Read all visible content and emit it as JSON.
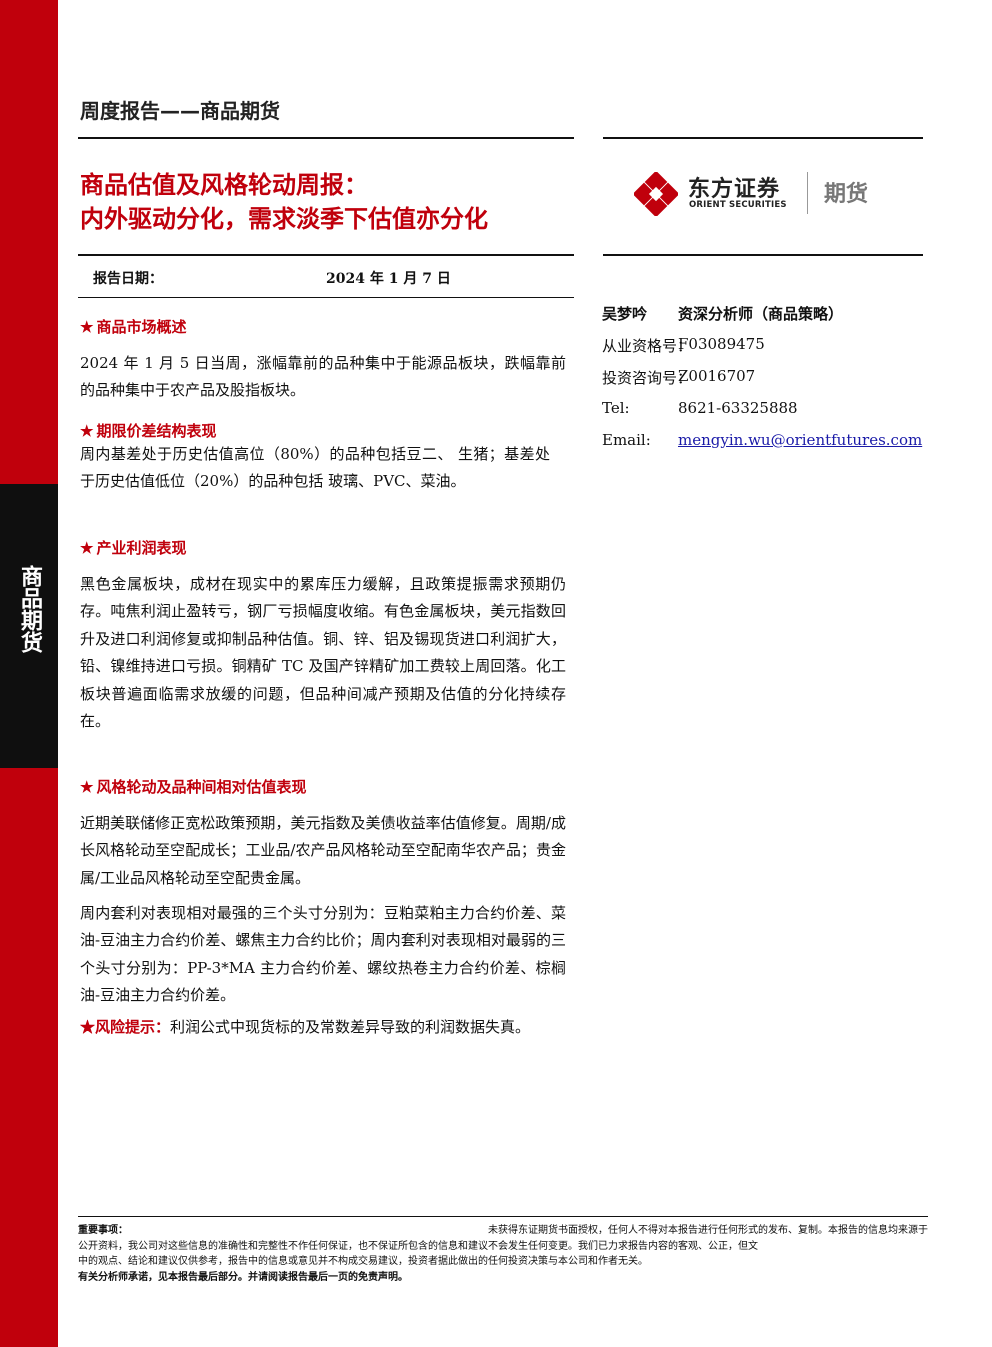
{
  "sidebar": {
    "label": "商品期货"
  },
  "header": {
    "report_type": "周度报告——商品期货"
  },
  "title": {
    "line1": "商品估值及风格轮动周报：",
    "line2": "内外驱动分化，需求淡季下估值亦分化"
  },
  "report_date": {
    "label": "报告日期：",
    "value": "2024 年 1 月 7 日"
  },
  "logo": {
    "brand_cn": "东方证券",
    "brand_en": "ORIENT SECURITIES",
    "division": "期货",
    "accent_color": "#c0000c"
  },
  "analyst": {
    "name": "吴梦吟",
    "title": "资深分析师（商品策略）",
    "rows": [
      {
        "key": "从业资格号：",
        "value": "F03089475"
      },
      {
        "key": "投资咨询号：",
        "value": "Z0016707"
      },
      {
        "key": "Tel:",
        "value": "8621-63325888"
      },
      {
        "key": "Email:",
        "value": "mengyin.wu@orientfutures.com"
      }
    ]
  },
  "sections": [
    {
      "heading": "商品市场概述",
      "paragraphs": [
        "2024 年 1 月 5 日当周，涨幅靠前的品种集中于能源品板块，跌幅靠前的品种集中于农产品及股指板块。"
      ]
    },
    {
      "heading": "期限价差结构表现",
      "paragraphs": [
        "周内基差处于历史估值高位（80%）的品种包括豆二、 生猪；基差处于历史估值低位（20%）的品种包括 玻璃、PVC、菜油。"
      ]
    },
    {
      "heading": "产业利润表现",
      "paragraphs": [
        "黑色金属板块，成材在现实中的累库压力缓解，且政策提振需求预期仍存。吨焦利润止盈转亏，钢厂亏损幅度收缩。有色金属板块，美元指数回升及进口利润修复或抑制品种估值。铜、锌、铝及锡现货进口利润扩大，铅、镍维持进口亏损。铜精矿 TC 及国产锌精矿加工费较上周回落。化工板块普遍面临需求放缓的问题，但品种间减产预期及估值的分化持续存在。"
      ]
    },
    {
      "heading": "风格轮动及品种间相对估值表现",
      "paragraphs": [
        "近期美联储修正宽松政策预期，美元指数及美债收益率估值修复。周期/成长风格轮动至空配成长；工业品/农产品风格轮动至空配南华农产品；贵金属/工业品风格轮动至空配贵金属。",
        "周内套利对表现相对最强的三个头寸分别为：豆粕菜粕主力合约价差、菜油-豆油主力合约价差、螺焦主力合约比价；周内套利对表现相对最弱的三个头寸分别为：PP-3*MA 主力合约价差、螺纹热卷主力合约价差、棕榈油-豆油主力合约价差。"
      ]
    }
  ],
  "risk": {
    "heading": "风险提示：",
    "text": "利润公式中现货标的及常数差异导致的利润数据失真。"
  },
  "disclaimer": {
    "heading": "重要事项：",
    "line1_right": "未获得东证期货书面授权，任何人不得对本报告进行任何形式的发布、复制。本报告的信息均来源于",
    "line2": "公开资料，我公司对这些信息的准确性和完整性不作任何保证，也不保证所包含的信息和建议不会发生任何变更。我们已力求报告内容的客观、公正，但文",
    "line3": "中的观点、结论和建议仅供参考，报告中的信息或意见并不构成交易建议，投资者据此做出的任何投资决策与本公司和作者无关。",
    "line4": "有关分析师承诺，见本报告最后部分。并请阅读报告最后一页的免责声明。"
  }
}
